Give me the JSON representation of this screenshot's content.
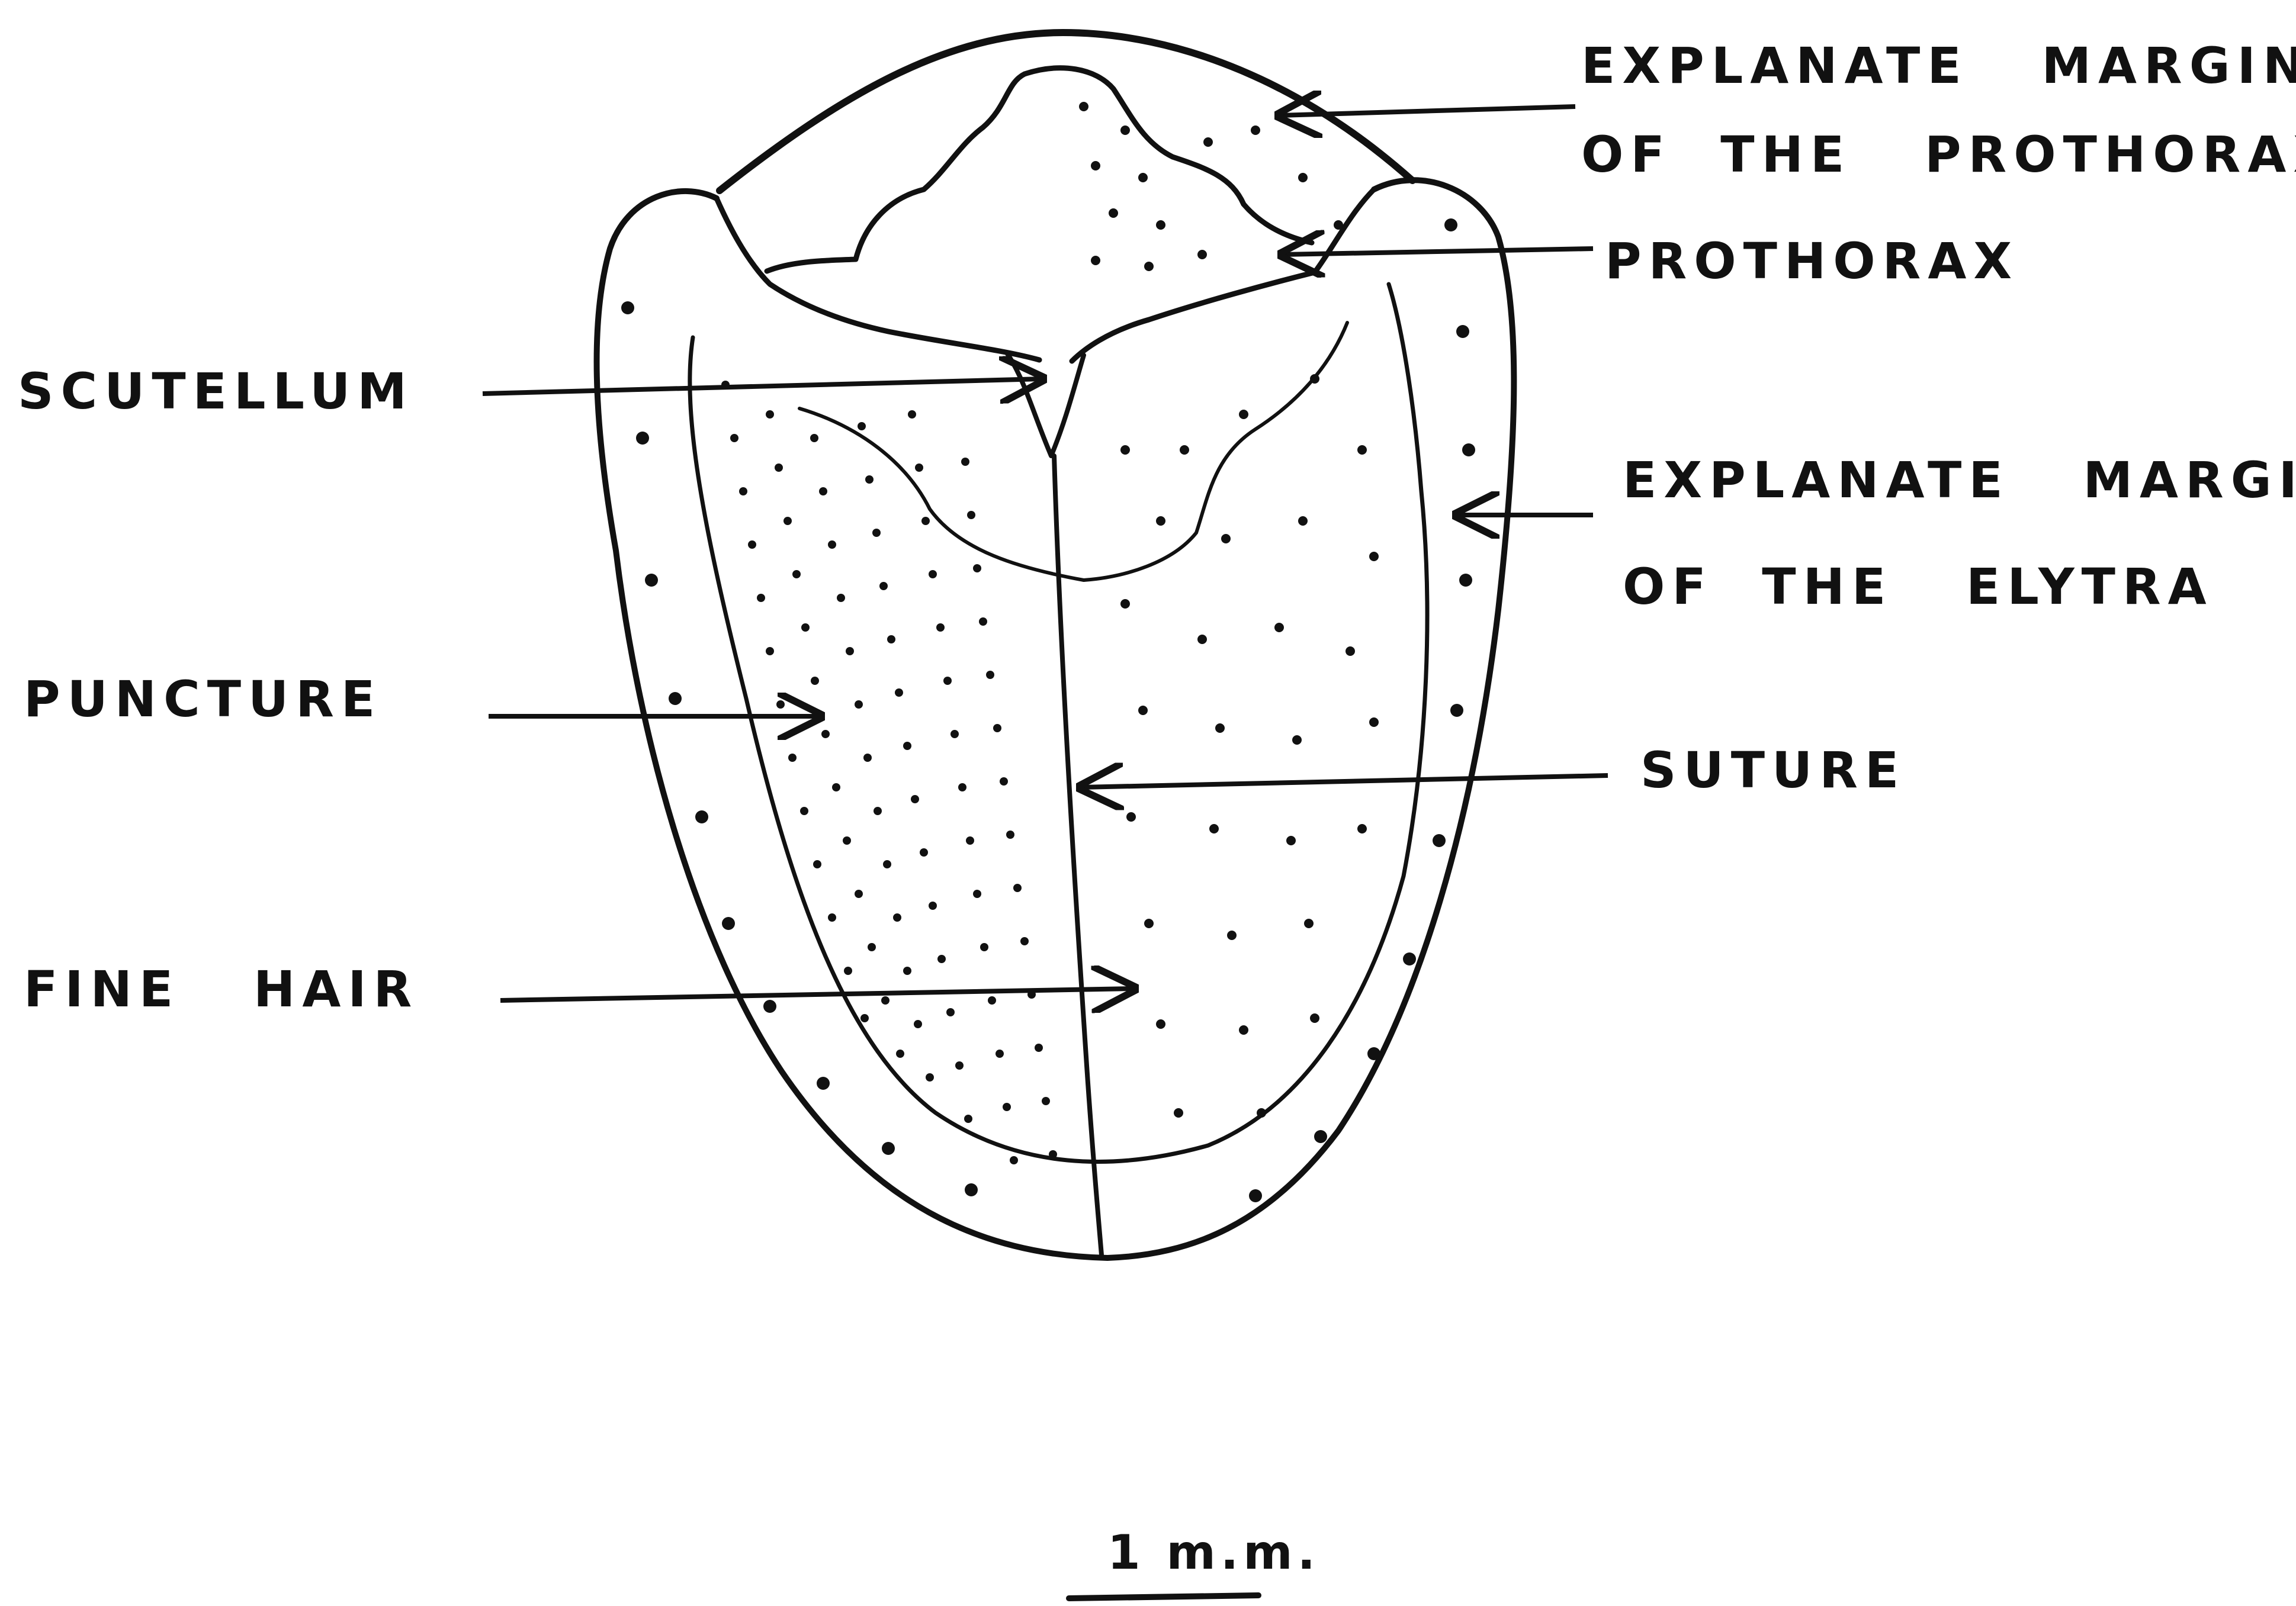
{
  "labels": {
    "explanate_prothorax_1": "EXPLANATE   MARGIN",
    "explanate_prothorax_2": "OF  THE   PROTHORAX",
    "prothorax": "PROTHORAX",
    "scutellum": "SCUTELLUM",
    "explanate_elytra_1": "EXPLANATE   MARGIN",
    "explanate_elytra_2": "OF  THE   ELYTRA",
    "puncture": "PUNCTURE",
    "suture": "SUTURE",
    "fine_hair": "FINE   HAIR"
  },
  "scale_bar": {
    "label": "1 m.m."
  },
  "colors": {
    "ink": "#111111",
    "paper": "#ffffff"
  }
}
